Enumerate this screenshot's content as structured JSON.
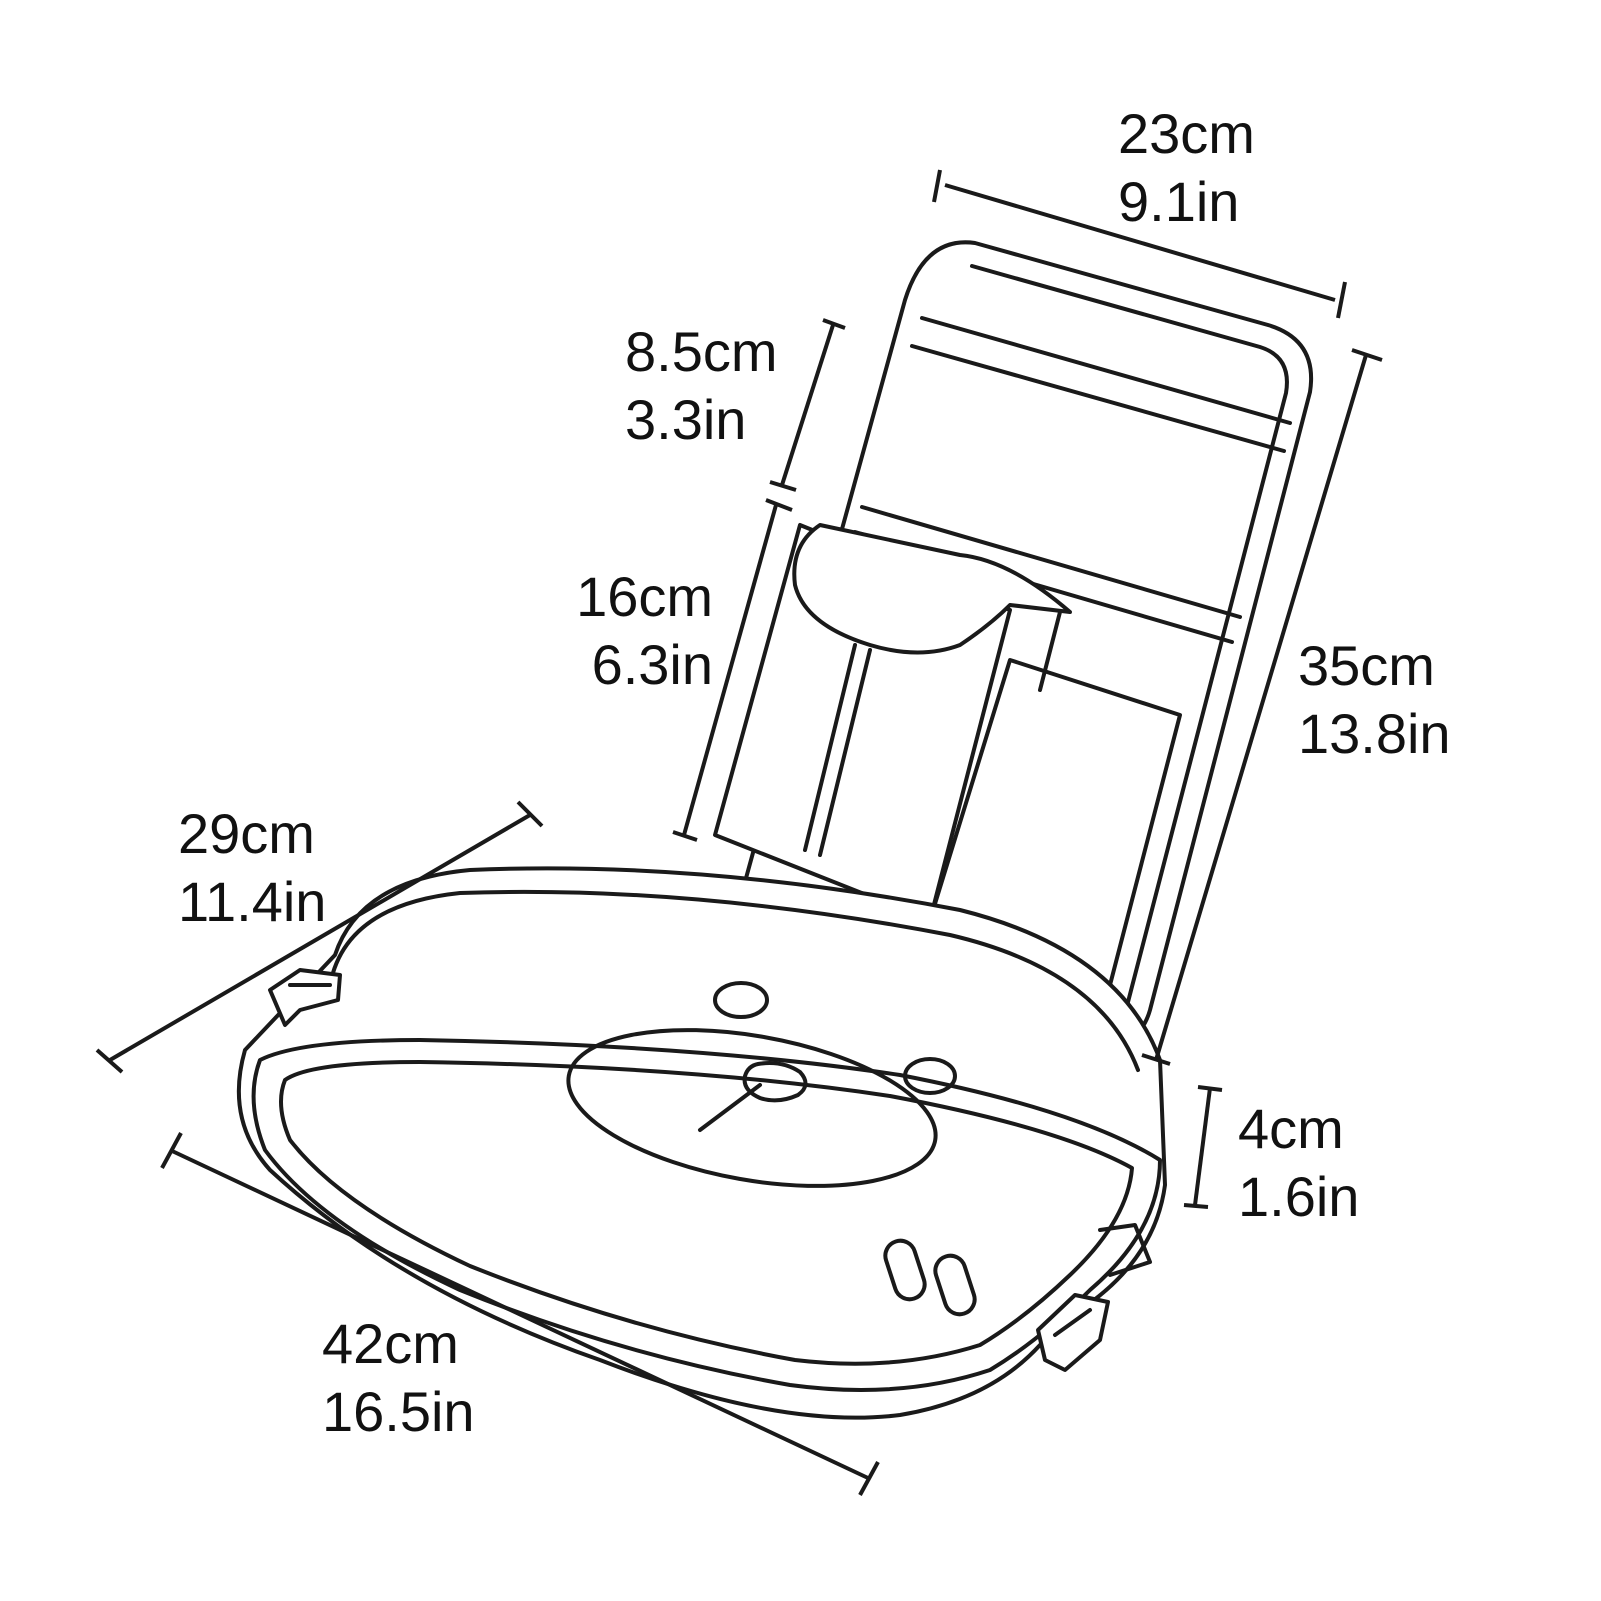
{
  "measurements": {
    "top_width": {
      "metric": "23cm",
      "imperial": "9.1in"
    },
    "upper_pocket": {
      "metric": "8.5cm",
      "imperial": "3.3in"
    },
    "lower_pocket": {
      "metric": "16cm",
      "imperial": "6.3in"
    },
    "back_height": {
      "metric": "35cm",
      "imperial": "13.8in"
    },
    "seat_depth": {
      "metric": "29cm",
      "imperial": "11.4in"
    },
    "seat_thickness": {
      "metric": "4cm",
      "imperial": "1.6in"
    },
    "seat_width": {
      "metric": "42cm",
      "imperial": "16.5in"
    }
  },
  "colors": {
    "line": "#1a1a1a",
    "background": "#ffffff"
  }
}
